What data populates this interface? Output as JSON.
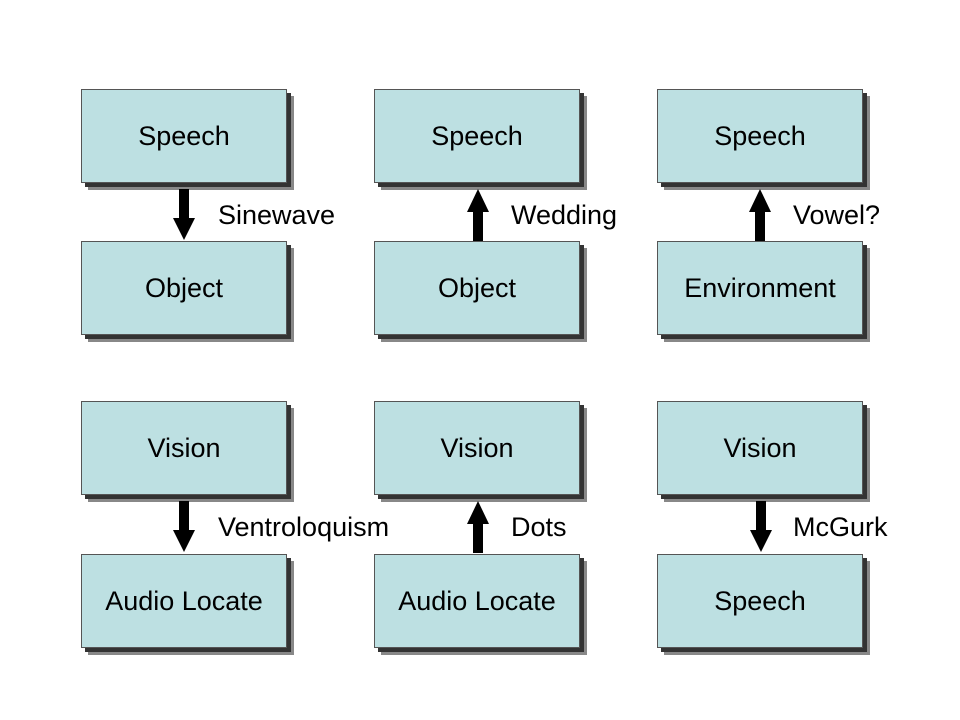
{
  "panels": [
    {
      "top": "Speech",
      "bottom": "Object",
      "label": "Sinewave",
      "direction": "down"
    },
    {
      "top": "Speech",
      "bottom": "Object",
      "label": "Wedding",
      "direction": "up"
    },
    {
      "top": "Speech",
      "bottom": "Environment",
      "label": "Vowel?",
      "direction": "up"
    },
    {
      "top": "Vision",
      "bottom": "Audio Locate",
      "label": "Ventroloquism",
      "direction": "down"
    },
    {
      "top": "Vision",
      "bottom": "Audio Locate",
      "label": "Dots",
      "direction": "up"
    },
    {
      "top": "Vision",
      "bottom": "Speech",
      "label": "McGurk",
      "direction": "down"
    }
  ],
  "colors": {
    "box_fill": "#bde0e2",
    "arrow": "#000000"
  }
}
